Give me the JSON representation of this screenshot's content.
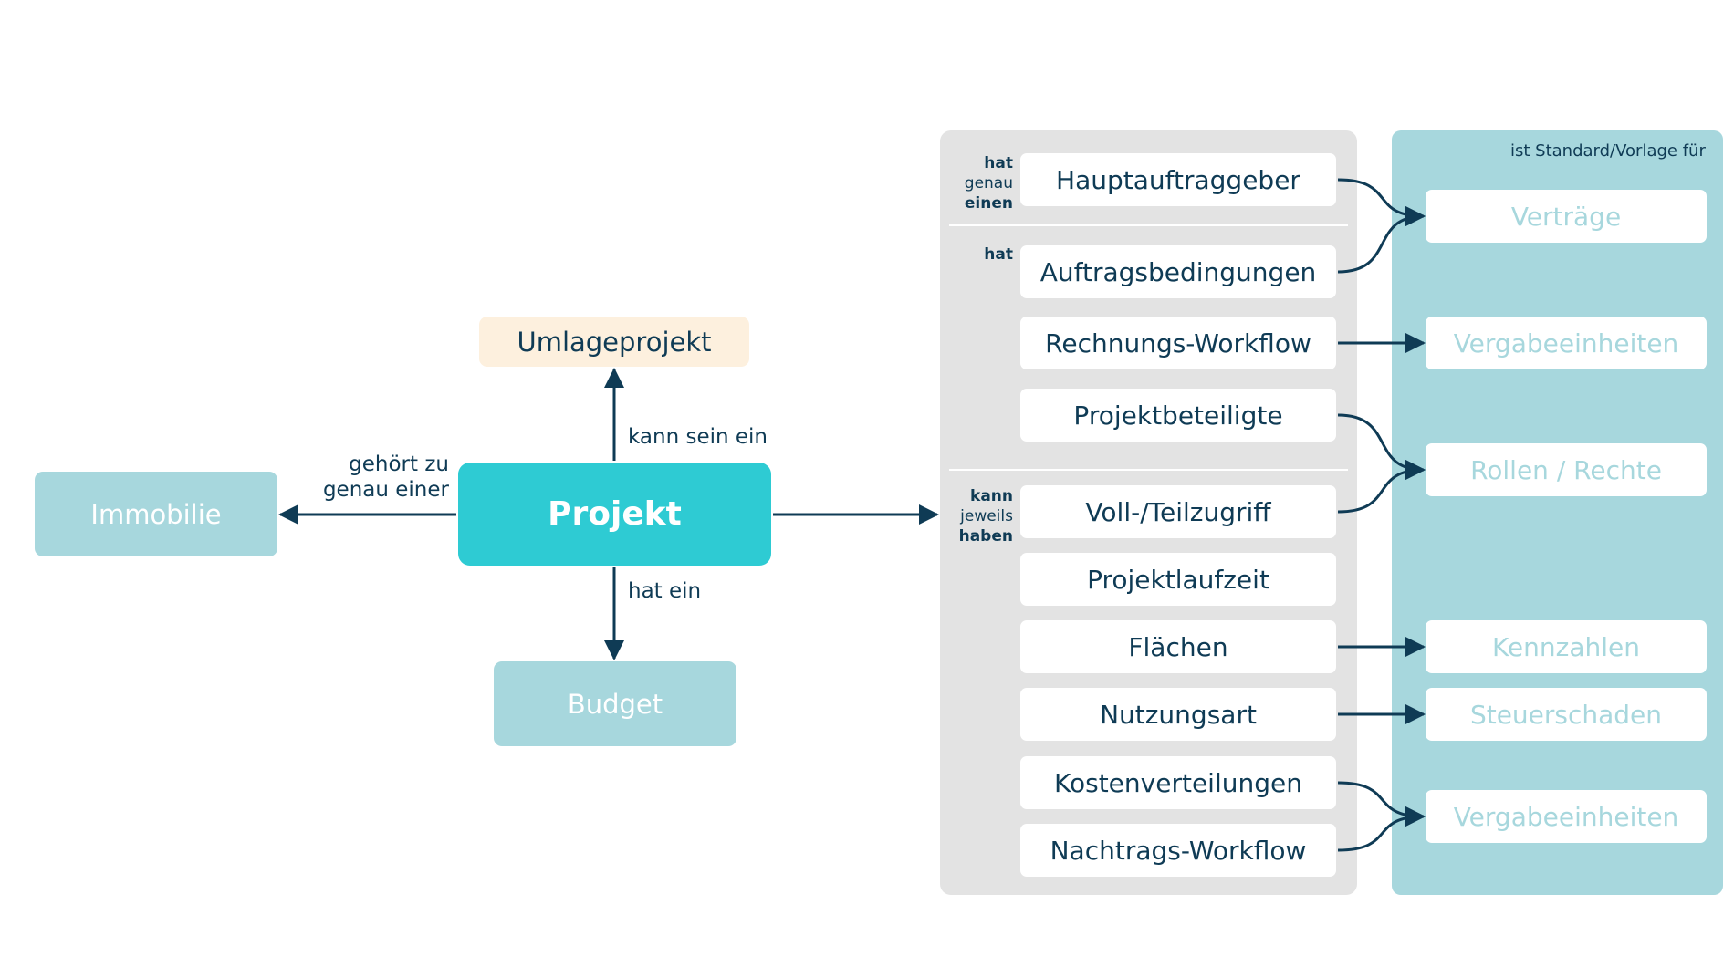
{
  "nodes": {
    "center": "Projekt",
    "left": "Immobilie",
    "top": "Umlageprojekt",
    "bottom": "Budget"
  },
  "edge_labels": {
    "left": [
      "gehört zu",
      "genau einer"
    ],
    "top": "kann sein ein",
    "bottom": "hat ein"
  },
  "panel_left": {
    "groups": [
      {
        "label": [
          "hat",
          "genau",
          "einen"
        ]
      },
      {
        "label": [
          "hat"
        ]
      },
      {
        "label": [
          "kann",
          "jeweils",
          "haben"
        ]
      }
    ],
    "items": [
      "Hauptauftraggeber",
      "Auftragsbedingungen",
      "Rechnungs-Workflow",
      "Projektbeteiligte",
      "Voll-/Teilzugriff",
      "Projektlaufzeit",
      "Flächen",
      "Nutzungsart",
      "Kostenverteilungen",
      "Nachtrags-Workflow"
    ]
  },
  "panel_right": {
    "header": "ist Standard/Vorlage für",
    "items": [
      "Verträge",
      "Vergabeeinheiten",
      "Rollen / Rechte",
      "Kennzahlen",
      "Steuerschaden",
      "Vergabeeinheiten"
    ]
  },
  "colors": {
    "dark": "#0f3b55",
    "teal": "#a7d7dd",
    "accent": "#2ecbd3",
    "cream": "#fdf0de",
    "grey": "#e3e3e3"
  }
}
